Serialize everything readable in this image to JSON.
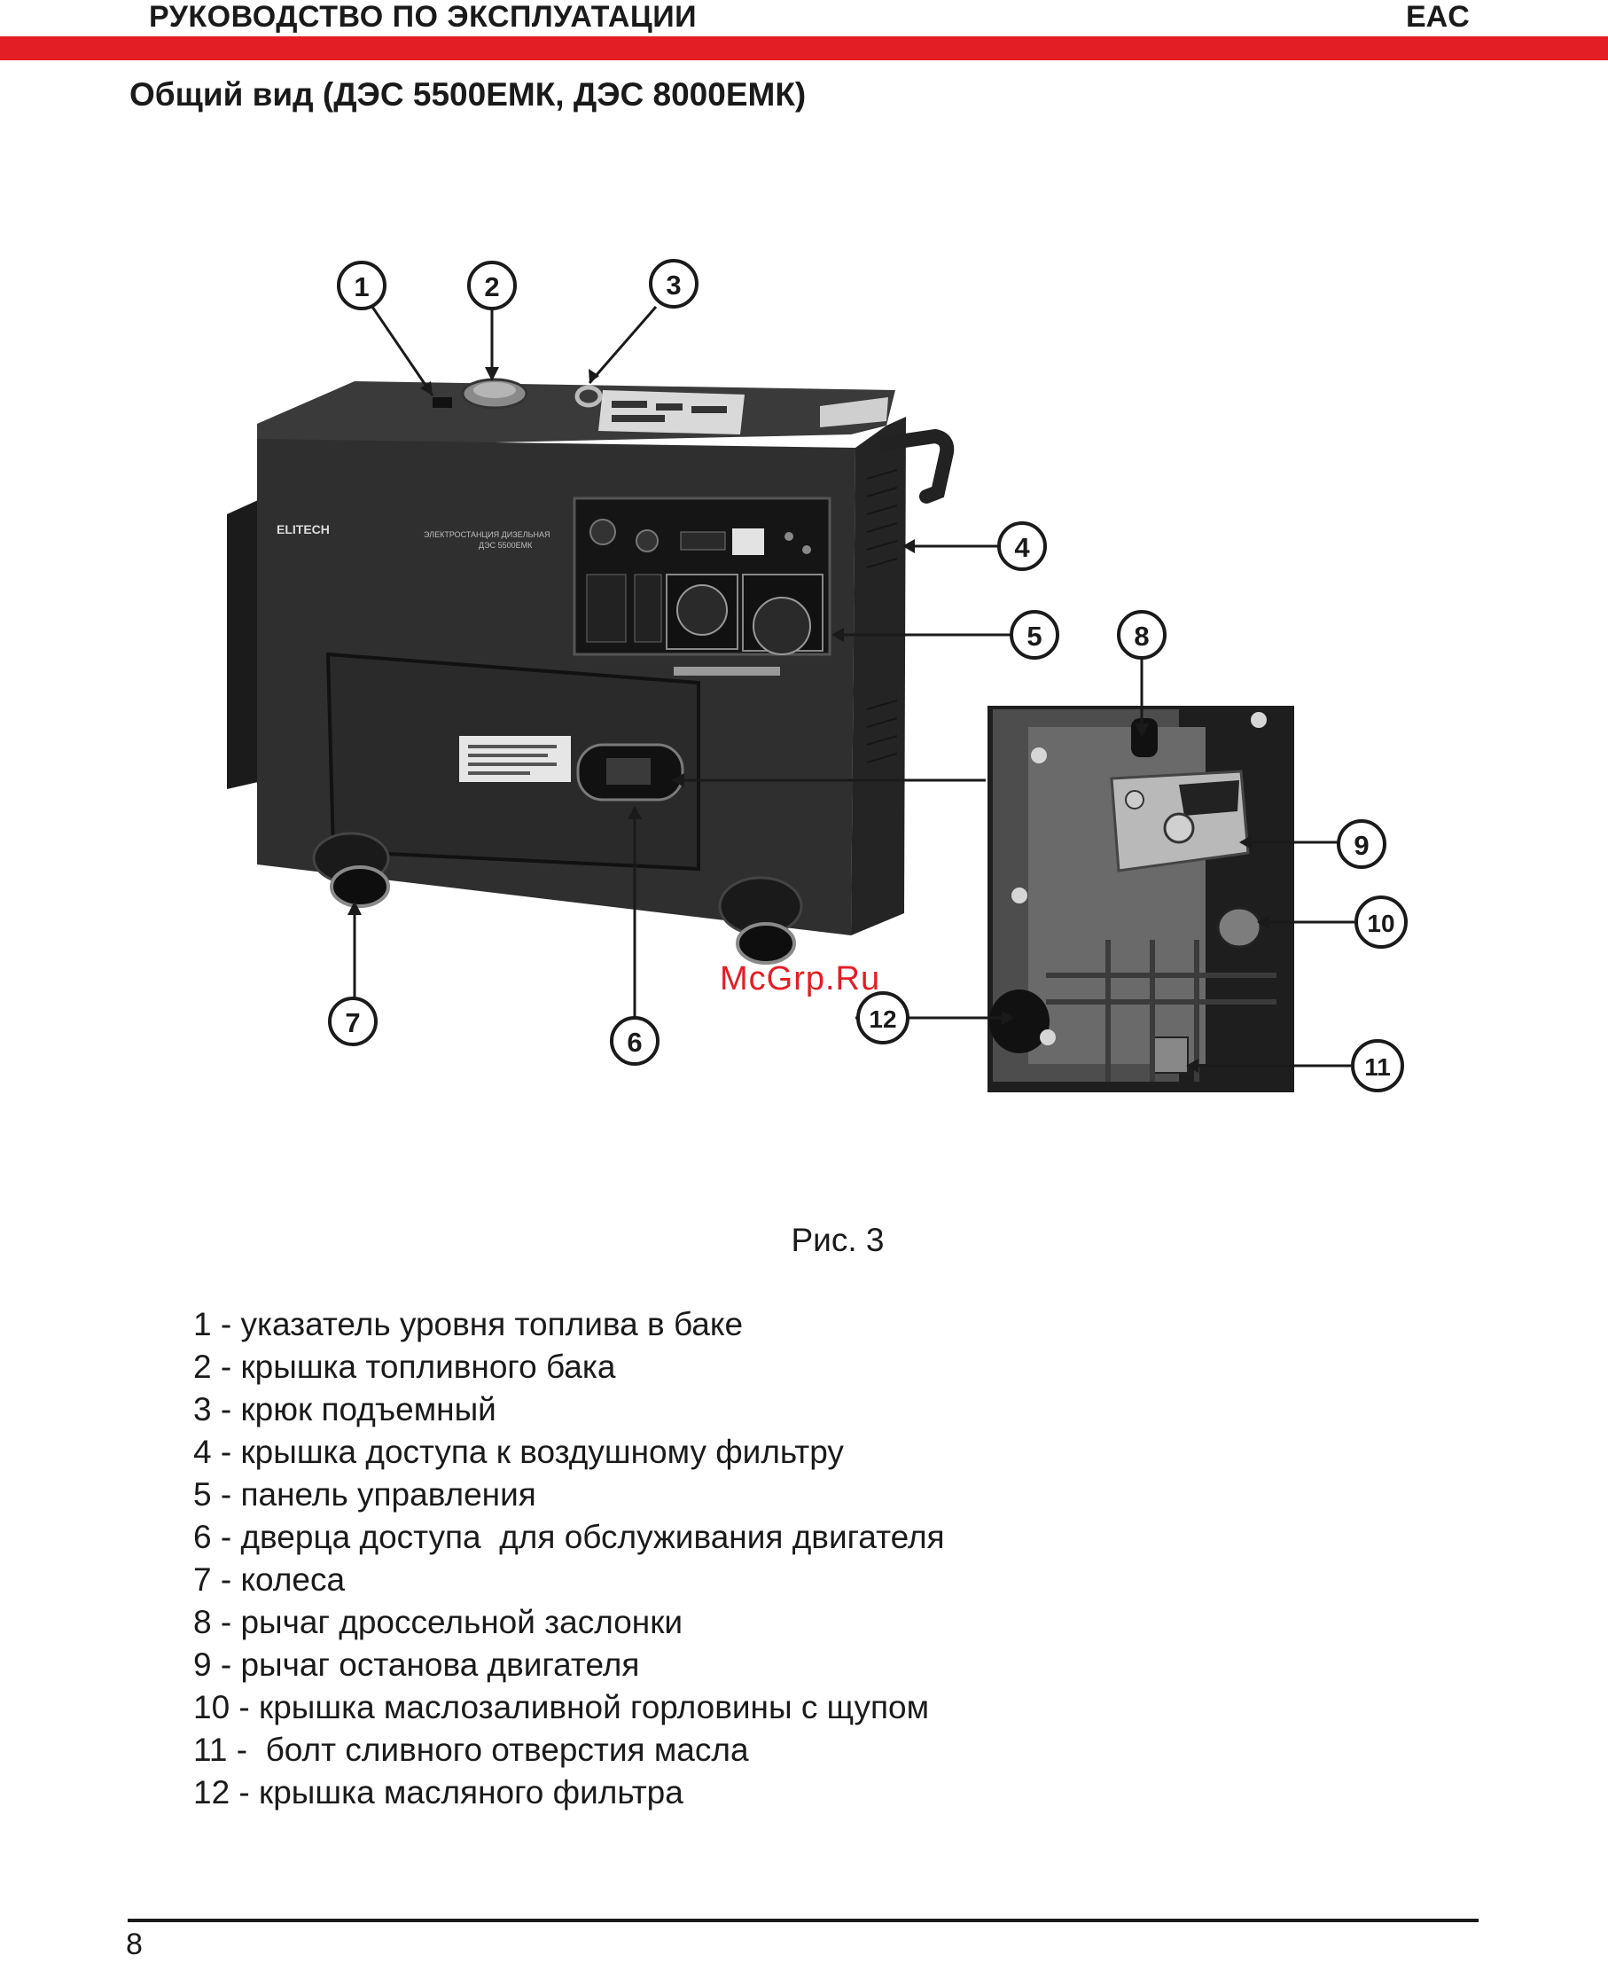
{
  "header": {
    "title": "РУКОВОДСТВО ПО ЭКСПЛУАТАЦИИ",
    "badge": "EAC"
  },
  "section_title": "Общий вид (ДЭС 5500ЕМК,  ДЭС 8000ЕМК)",
  "figure": {
    "brand": "ELITECH",
    "unit_label_line1": "ЭЛЕКТРОСТАНЦИЯ ДИЗЕЛЬНАЯ",
    "unit_label_line2": "ДЭС 5500ЕМК",
    "callouts": [
      "1",
      "2",
      "3",
      "4",
      "5",
      "6",
      "7",
      "8",
      "9",
      "10",
      "11",
      "12"
    ],
    "watermark": "McGrp.Ru",
    "caption": "Рис. 3"
  },
  "legend": [
    "1 - указатель уровня топлива в баке",
    "2 - крышка топливного бака",
    "3 - крюк подъемный",
    "4 - крышка доступа к воздушному фильтру",
    "5 - панель управления",
    "6 - дверца доступа  для обслуживания двигателя",
    "7 - колеса",
    "8 - рычаг дроссельной заслонки",
    "9 - рычаг останова двигателя",
    "10 - крышка маслозаливной горловины с щупом",
    "11 -  болт сливного отверстия масла",
    "12 - крышка масляного фильтра"
  ],
  "footer": {
    "page_number": "8"
  }
}
